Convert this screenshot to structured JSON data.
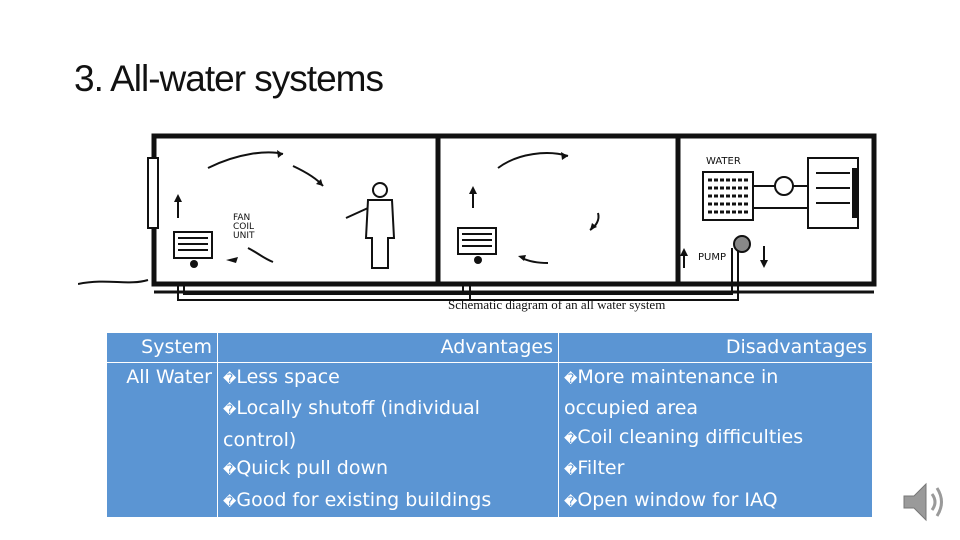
{
  "slide": {
    "title": "3. All-water systems",
    "diagram": {
      "caption": "Schematic diagram of an all water system",
      "labels": {
        "fan_coil": [
          "FAN",
          "COIL",
          "UNIT"
        ],
        "water": "WATER",
        "pump": "PUMP"
      }
    },
    "table": {
      "headers": [
        "System",
        "Advantages",
        "Disadvantages"
      ],
      "system": "All Water",
      "bullet": "�",
      "advantages": [
        "Less space",
        "Locally shutoff (individual control)",
        "Quick pull down",
        "Good for existing buildings"
      ],
      "disadvantages": [
        "More maintenance in occupied area",
        "Coil cleaning difficulties",
        "Filter",
        "Open window for IAQ"
      ]
    }
  },
  "colors": {
    "table_bg": "#5b95d3",
    "table_text": "#ffffff",
    "title": "#111111"
  }
}
